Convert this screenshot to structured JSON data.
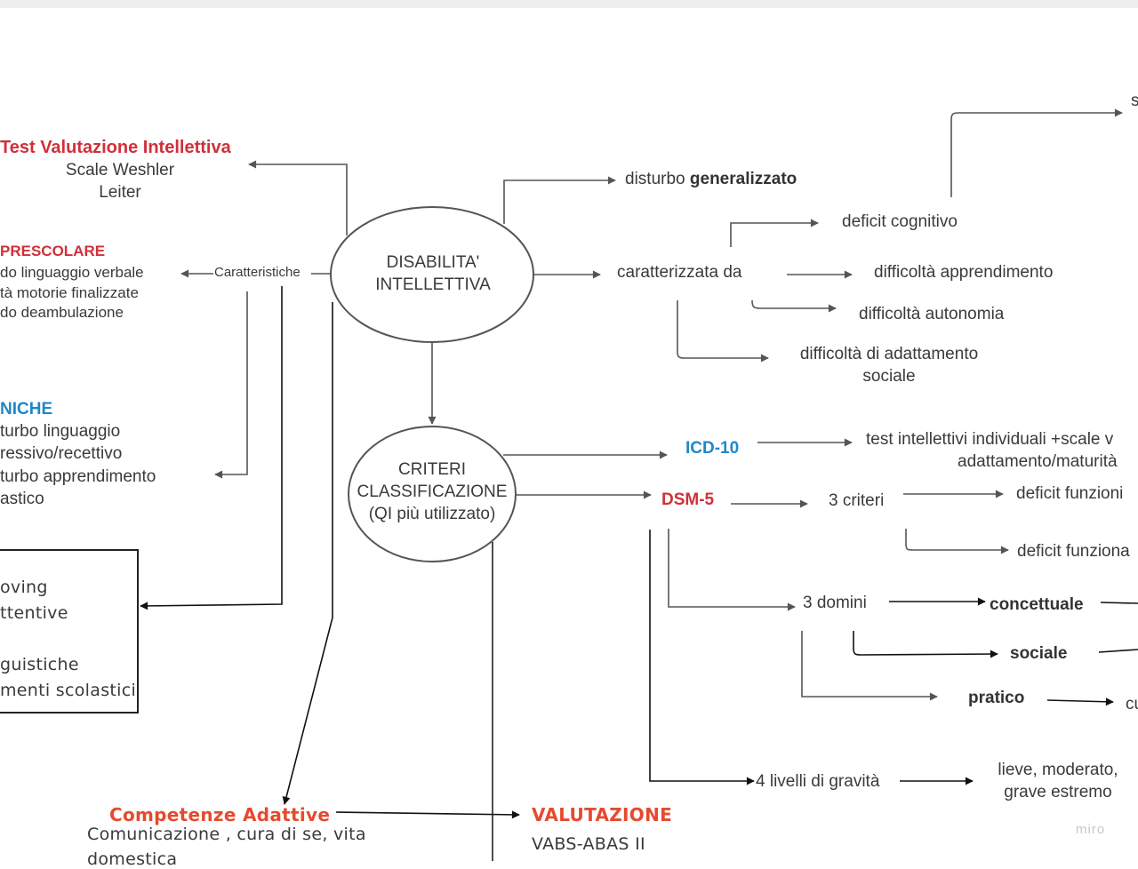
{
  "nodes": {
    "disabilita": [
      "DISABILITA'",
      "INTELLETTIVA"
    ],
    "criteri": [
      "CRITERI",
      "CLASSIFICAZIONE",
      "(QI più utilizzato)"
    ],
    "test_title": "Test Valutazione Intellettiva",
    "test_items": [
      "Scale Weshler",
      "Leiter"
    ],
    "prescolare_title": "PRESCOLARE",
    "prescolare_items": [
      "do linguaggio verbale",
      "tà motorie finalizzate",
      "do deambulazione"
    ],
    "caratteristiche_label": "Caratteristiche",
    "niche_title": "NICHE",
    "niche_items": [
      "turbo linguaggio",
      "ressivo/recettivo",
      "turbo apprendimento",
      "astico"
    ],
    "box_items": [
      "oving",
      "ttentive",
      "guistiche",
      "menti scolastici"
    ],
    "disturbo_prefix": "disturbo",
    "disturbo_bold": "generalizzato",
    "caratterizzata": "caratterizzata da",
    "deficit_cognitivo": "deficit cognitivo",
    "difficolta_apprendimento": "difficoltà apprendimento",
    "difficolta_autonomia": "difficoltà autonomia",
    "difficolta_adattamento": [
      "difficoltà di adattamento",
      "sociale"
    ],
    "top_right_fragment": "s",
    "icd10": "ICD-10",
    "icd10_test": [
      "test intellettivi individuali +scale v",
      "adattamento/maturità"
    ],
    "dsm5": "DSM-5",
    "tre_criteri": "3 criteri",
    "deficit_funzioni": "deficit funzioni",
    "deficit_funziona": "deficit funziona",
    "tre_domini": "3 domini",
    "concettuale": "concettuale",
    "sociale": "sociale",
    "pratico": "pratico",
    "pratico_fragment": "cu",
    "livelli": "4 livelli di gravità",
    "livelli_values": [
      "lieve, moderato,",
      "grave estremo"
    ],
    "competenze_title": "Competenze Adattive",
    "competenze_items": [
      "Comunicazione , cura di se, vita",
      "domestica"
    ],
    "valutazione_title": "VALUTAZIONE",
    "valutazione_item": "VABS-ABAS II",
    "watermark": "miro"
  },
  "colors": {
    "red": "#d0303a",
    "orange": "#e64a2e",
    "blue": "#1e88c8",
    "line": "#555555"
  }
}
